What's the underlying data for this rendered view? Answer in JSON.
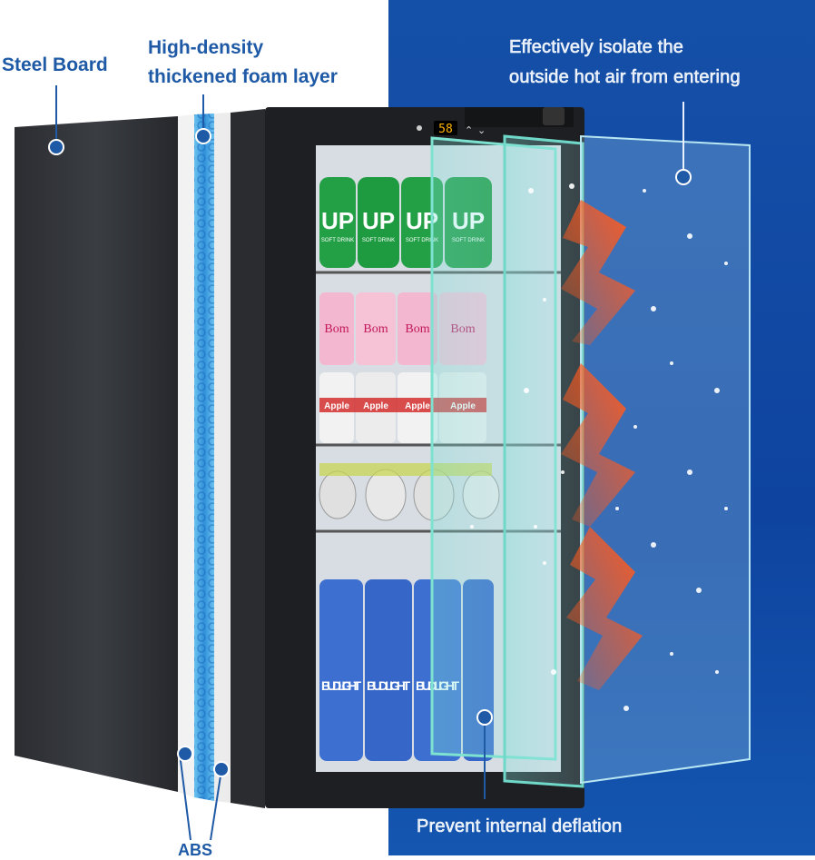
{
  "labels": {
    "steel_board": "Steel Board",
    "foam_line1": "High-density",
    "foam_line2": "thickened foam layer",
    "isolate_line1": "Effectively isolate the",
    "isolate_line2": "outside hot air from entering",
    "deflation": "Prevent internal deflation",
    "abs": "ABS"
  },
  "control_panel": {
    "temperature": "58"
  },
  "shelf_products": [
    {
      "brand": "UP",
      "sub": "SOFT DRINK"
    },
    {
      "brand": "Bom",
      "sub": ""
    },
    {
      "brand": "Apple",
      "sub": ""
    },
    {
      "brand": "BUD LIGHT",
      "sub": ""
    }
  ],
  "colors": {
    "label_blue": "#1f5aa6",
    "panel_blue": "#0d47a1",
    "arrow_orange": "#ff5a1f",
    "fridge_body": "#2a2c30"
  }
}
